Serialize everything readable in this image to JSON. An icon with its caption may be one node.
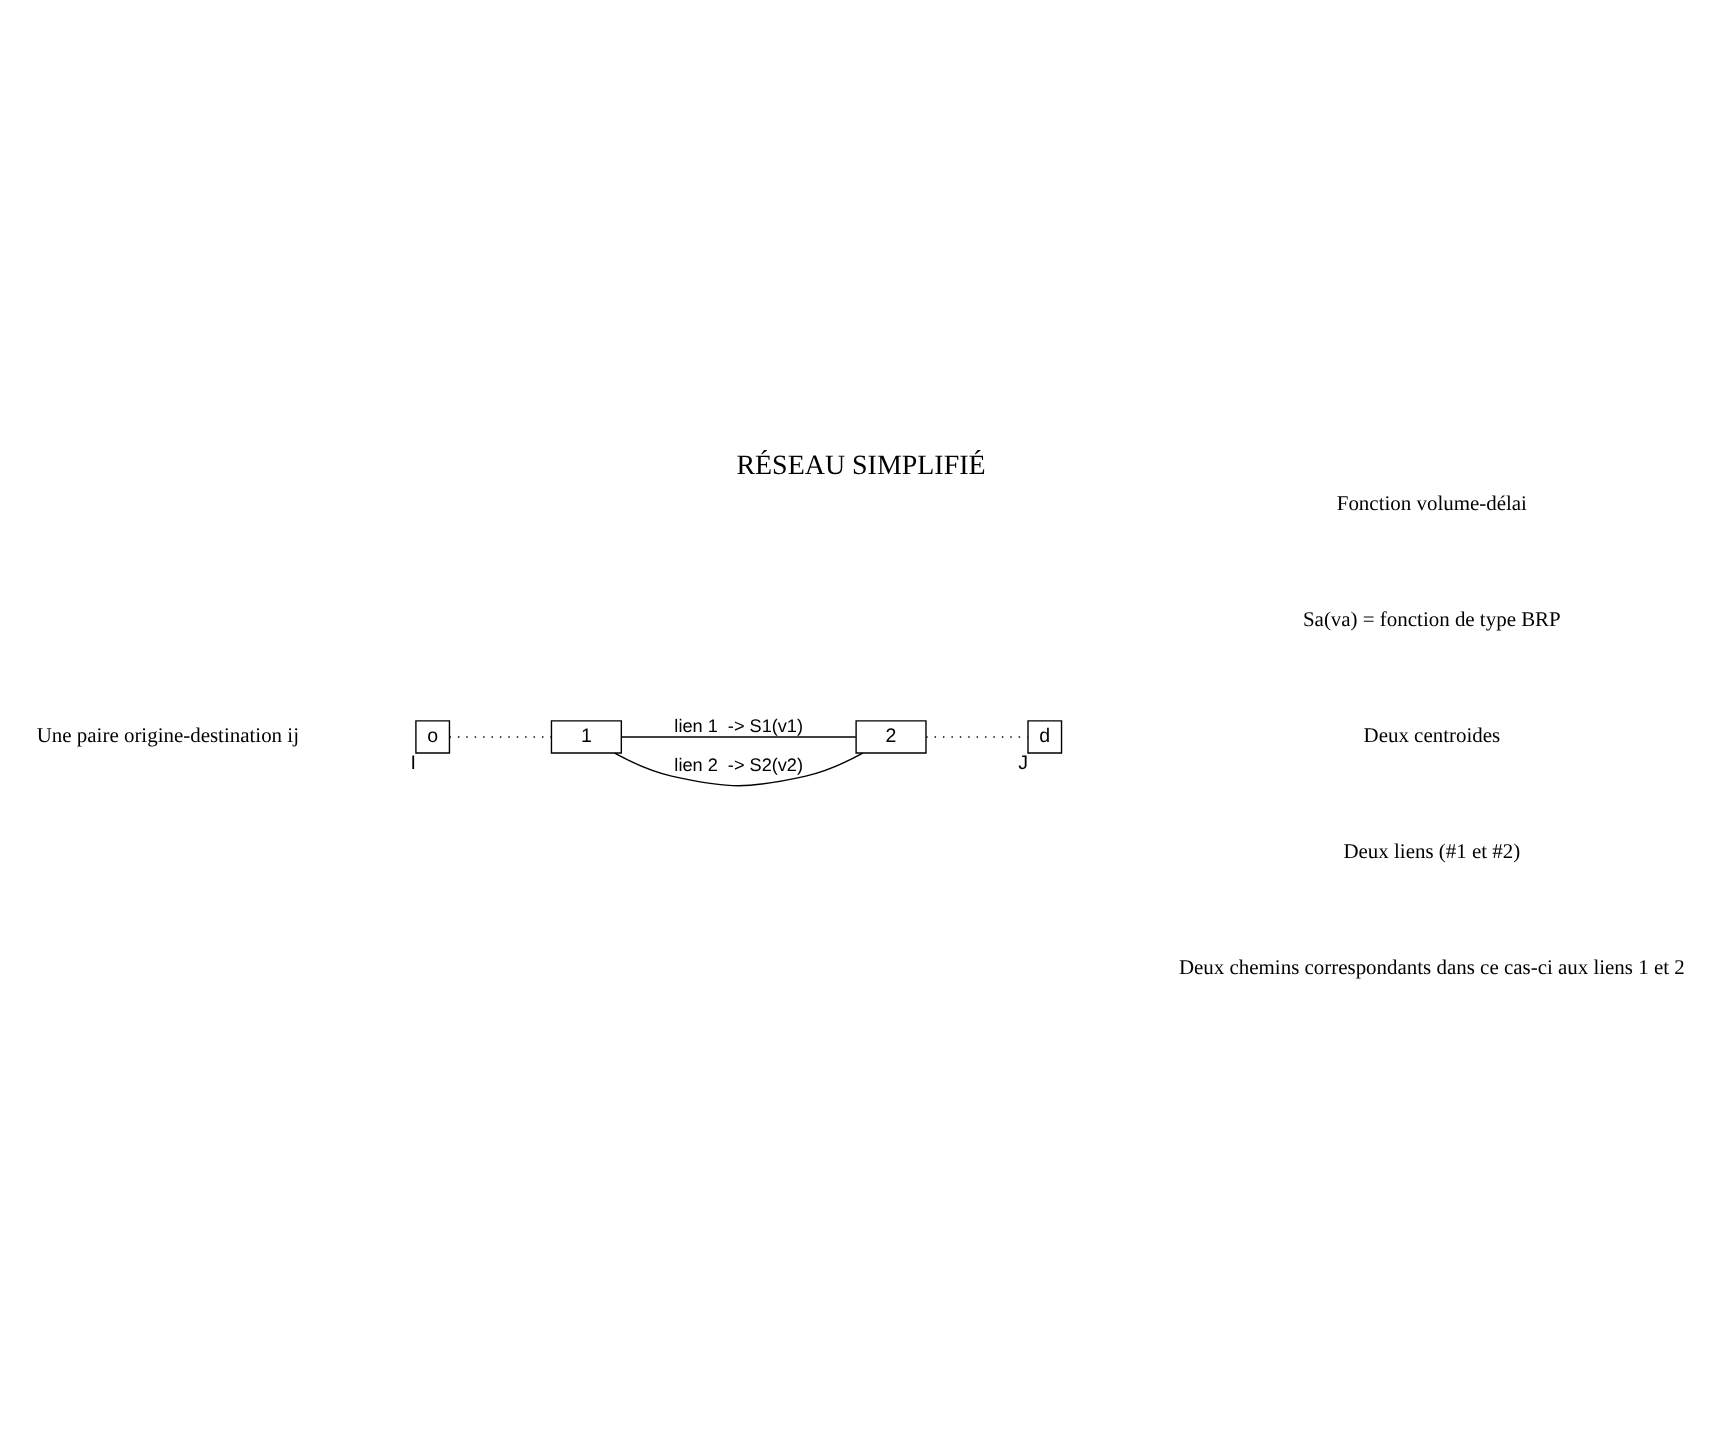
{
  "diagram": {
    "title": "RÉSEAU SIMPLIFIÉ",
    "nodes": [
      {
        "text": [
          "o"
        ],
        "beside": [
          "I"
        ]
      },
      {
        "text": [
          "1"
        ]
      },
      {
        "text": [
          "2"
        ]
      },
      {
        "text": [
          "d"
        ],
        "beside": [
          "J"
        ]
      }
    ],
    "edges": [
      {
        "from": 0,
        "to": 1,
        "arrow": "none",
        "style": "dashed"
      },
      {
        "from": 1,
        "to": 2,
        "arrow": "none",
        "label": "lien 1  -> S1(v1)"
      },
      {
        "from": 1,
        "to": 2,
        "arrow": "none",
        "label": "lien 2  -> S2(v2)"
      },
      {
        "from": 2,
        "to": 3,
        "arrow": "none",
        "style": "dashed"
      }
    ],
    "labels": [
      "Une paire origine-destination ij",
      "Fonction volume-délai",
      "Sa(va) = fonction de type BRP",
      "Deux centroides",
      "Deux liens (#1 et #2)",
      "Deux chemins correspondants dans ce cas-ci aux liens 1 et 2"
    ]
  }
}
